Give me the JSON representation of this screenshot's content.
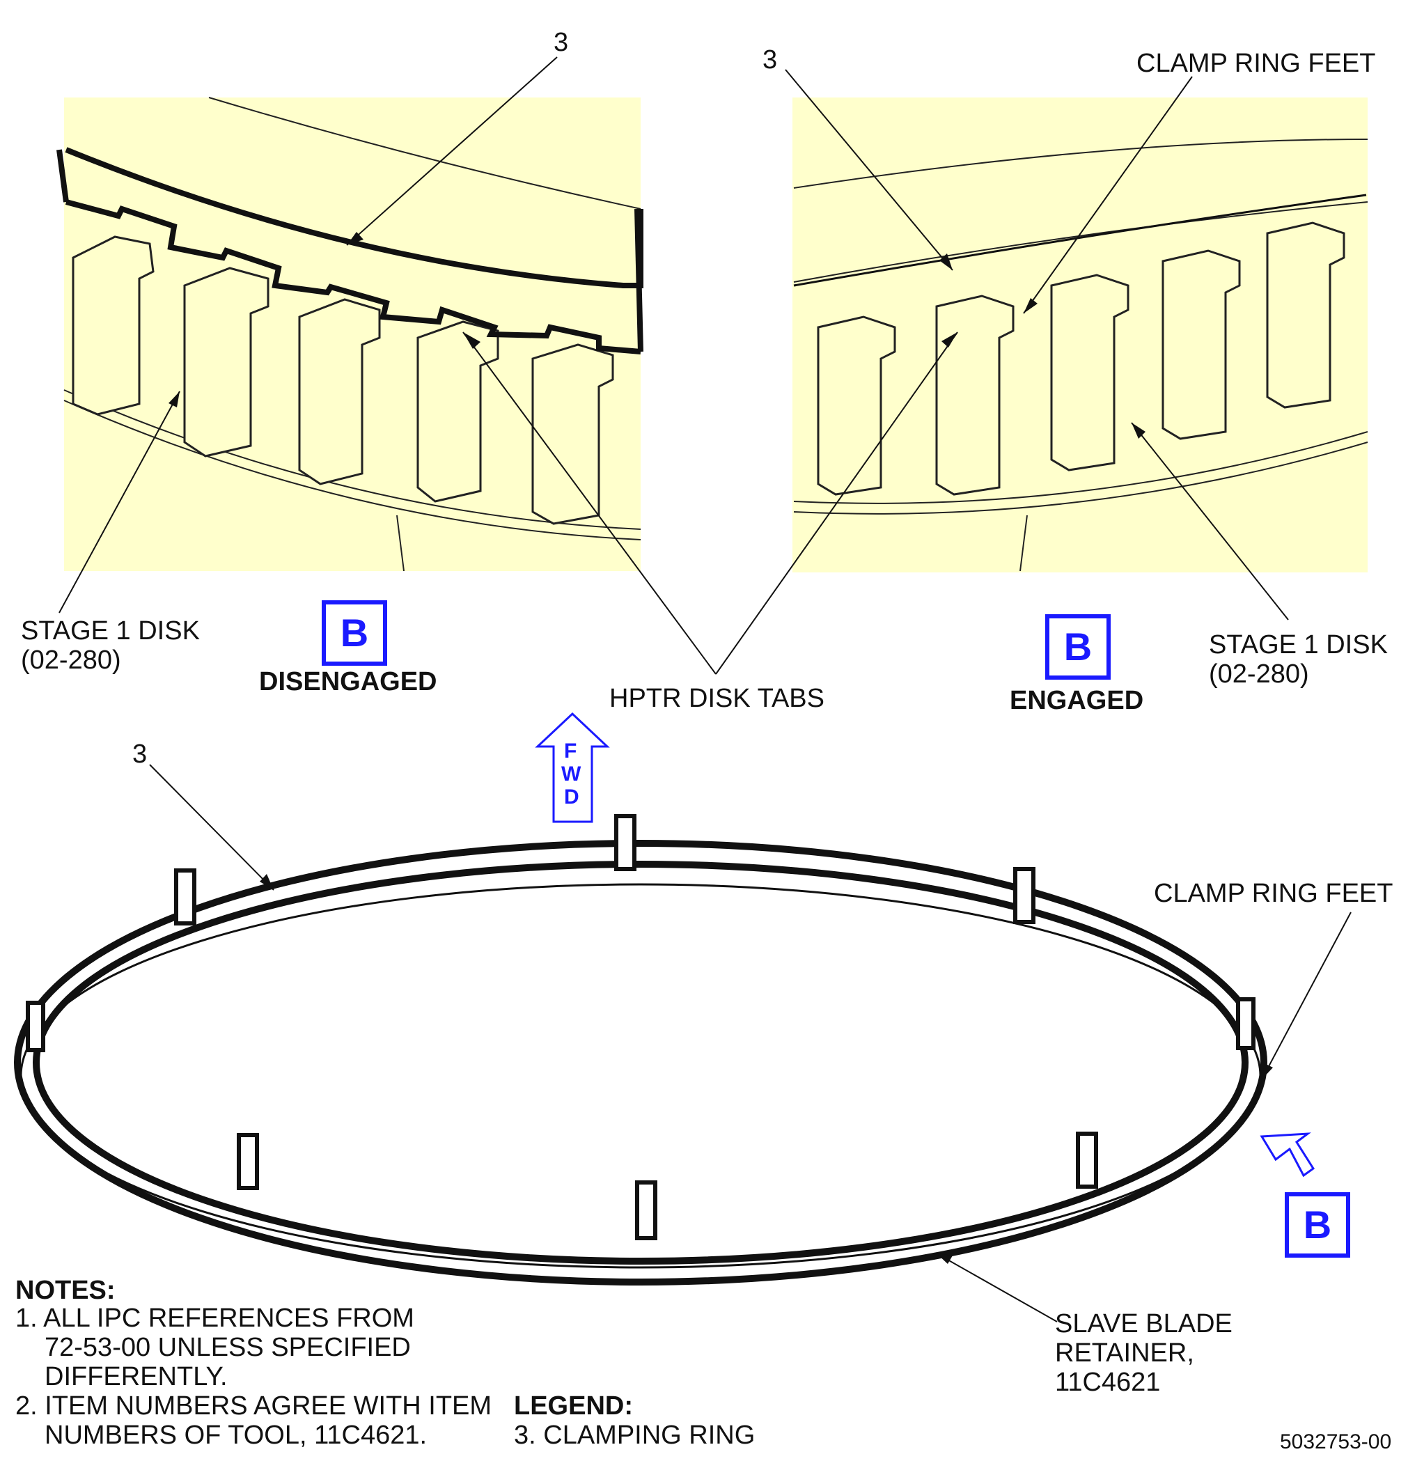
{
  "colors": {
    "panel_fill": "#ffffcc",
    "accent_blue": "#1a1aff",
    "line": "#111111"
  },
  "left_view": {
    "item_callout": "3",
    "disk_label_line1": "STAGE 1 DISK",
    "disk_label_line2": "(02-280)",
    "view_letter": "B",
    "state_label": "DISENGAGED"
  },
  "right_view": {
    "item_callout": "3",
    "feet_label": "CLAMP RING FEET",
    "disk_label_line1": "STAGE 1 DISK",
    "disk_label_line2": "(02-280)",
    "view_letter": "B",
    "state_label": "ENGAGED"
  },
  "shared_label": "HPTR DISK TABS",
  "fwd_arrow": {
    "letters": [
      "F",
      "W",
      "D"
    ]
  },
  "ring_view": {
    "item_callout": "3",
    "feet_label": "CLAMP RING FEET",
    "view_letter": "B",
    "retainer_line1": "SLAVE BLADE",
    "retainer_line2": "RETAINER,",
    "retainer_line3": "11C4621"
  },
  "notes": {
    "heading": "NOTES:",
    "items": [
      "1. ALL IPC REFERENCES FROM",
      "72-53-00 UNLESS SPECIFIED",
      "DIFFERENTLY.",
      "2. ITEM NUMBERS AGREE WITH ITEM",
      "NUMBERS OF TOOL, 11C4621."
    ]
  },
  "legend": {
    "heading": "LEGEND:",
    "item": "3. CLAMPING RING"
  },
  "figure_id": "5032753-00"
}
